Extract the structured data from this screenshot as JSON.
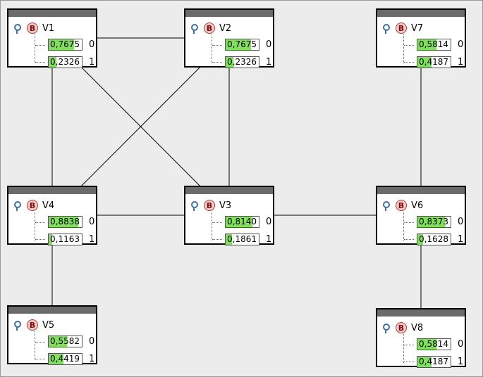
{
  "nodes": [
    {
      "id": "v1",
      "name": "V1",
      "badge": "B",
      "probs": [
        {
          "value": "0,7675",
          "level": 0.7675,
          "state": "0"
        },
        {
          "value": "0,2326",
          "level": 0.2326,
          "state": "1"
        }
      ]
    },
    {
      "id": "v2",
      "name": "V2",
      "badge": "B",
      "probs": [
        {
          "value": "0,7675",
          "level": 0.7675,
          "state": "0"
        },
        {
          "value": "0,2326",
          "level": 0.2326,
          "state": "1"
        }
      ]
    },
    {
      "id": "v7",
      "name": "V7",
      "badge": "B",
      "probs": [
        {
          "value": "0,5814",
          "level": 0.5814,
          "state": "0"
        },
        {
          "value": "0,4187",
          "level": 0.4187,
          "state": "1"
        }
      ]
    },
    {
      "id": "v4",
      "name": "V4",
      "badge": "B",
      "probs": [
        {
          "value": "0,8838",
          "level": 0.8838,
          "state": "0"
        },
        {
          "value": "0,1163",
          "level": 0.1163,
          "state": "1"
        }
      ]
    },
    {
      "id": "v3",
      "name": "V3",
      "badge": "B",
      "probs": [
        {
          "value": "0,8140",
          "level": 0.814,
          "state": "0"
        },
        {
          "value": "0,1861",
          "level": 0.1861,
          "state": "1"
        }
      ]
    },
    {
      "id": "v6",
      "name": "V6",
      "badge": "B",
      "probs": [
        {
          "value": "0,8373",
          "level": 0.8373,
          "state": "0"
        },
        {
          "value": "0,1628",
          "level": 0.1628,
          "state": "1"
        }
      ]
    },
    {
      "id": "v5",
      "name": "V5",
      "badge": "B",
      "probs": [
        {
          "value": "0,5582",
          "level": 0.5582,
          "state": "0"
        },
        {
          "value": "0,4419",
          "level": 0.4419,
          "state": "1"
        }
      ]
    },
    {
      "id": "v8",
      "name": "V8",
      "badge": "B",
      "probs": [
        {
          "value": "0,5814",
          "level": 0.5814,
          "state": "0"
        },
        {
          "value": "0,4187",
          "level": 0.4187,
          "state": "1"
        }
      ]
    }
  ],
  "edges": [
    [
      "v1",
      "v2"
    ],
    [
      "v1",
      "v4"
    ],
    [
      "v1",
      "v3"
    ],
    [
      "v2",
      "v4"
    ],
    [
      "v2",
      "v3"
    ],
    [
      "v4",
      "v3"
    ],
    [
      "v3",
      "v6"
    ],
    [
      "v4",
      "v5"
    ],
    [
      "v7",
      "v6"
    ],
    [
      "v6",
      "v8"
    ]
  ],
  "colors": {
    "fill": "#7fe05a",
    "titlebar": "#6b6b6b",
    "badge_fill": "#f7c9c9",
    "badge_border": "#c0392b",
    "pin": "#3d6fb0"
  },
  "icons": {
    "pin": "pin-icon",
    "badge": "bayes-node-icon"
  }
}
